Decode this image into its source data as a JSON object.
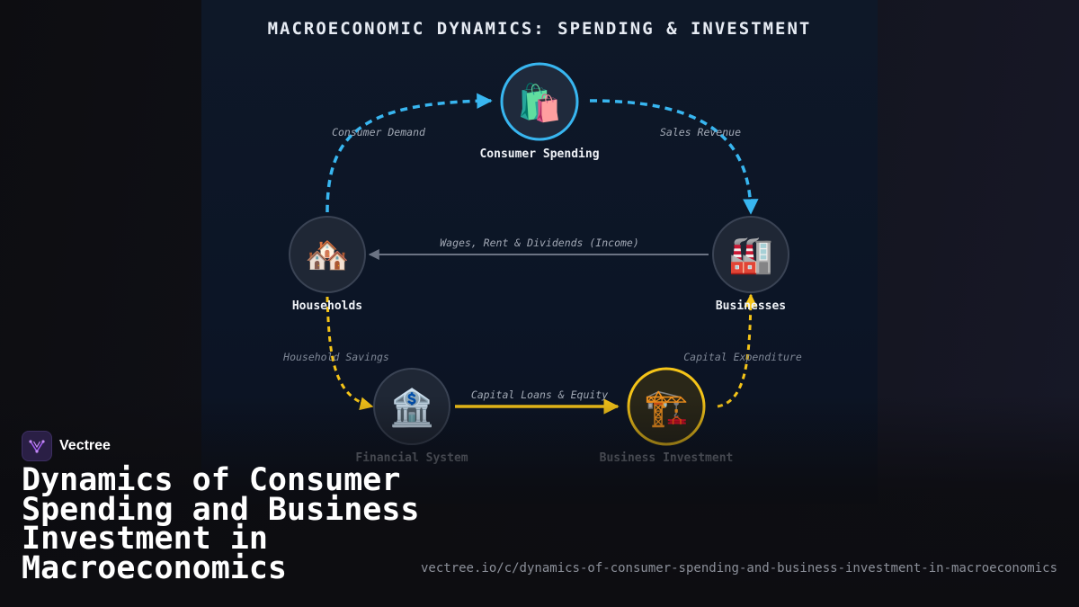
{
  "diagram": {
    "title": "MACROECONOMIC DYNAMICS: SPENDING & INVESTMENT",
    "nodes": {
      "consumer_spending": {
        "label": "Consumer Spending",
        "icon": "shopping-bags-icon",
        "glyph": "🛍️"
      },
      "households": {
        "label": "Households",
        "icon": "houses-icon",
        "glyph": "🏘️"
      },
      "businesses": {
        "label": "Businesses",
        "icon": "factory-icon",
        "glyph": "🏭"
      },
      "financial_system": {
        "label": "Financial System",
        "icon": "bank-icon",
        "glyph": "🏦"
      },
      "business_investment": {
        "label": "Business Investment",
        "icon": "construction-crane-icon",
        "glyph": "🏗️"
      }
    },
    "edges": {
      "consumer_demand": "Consumer Demand",
      "sales_revenue": "Sales Revenue",
      "income": "Wages, Rent & Dividends (Income)",
      "household_savings": "Household Savings",
      "capital_loans": "Capital Loans & Equity",
      "capital_expenditure": "Capital Expenditure"
    },
    "colors": {
      "consumer_flow": "#38b6f0",
      "investment_flow": "#f5c418",
      "income_flow": "#6b7383",
      "node_fill": "#1f2735",
      "node_stroke": "#3a4354"
    }
  },
  "brand": {
    "name": "Vectree"
  },
  "headline": "Dynamics of Consumer Spending and Business Investment in Macroeconomics",
  "url": "vectree.io/c/dynamics-of-consumer-spending-and-business-investment-in-macroeconomics"
}
